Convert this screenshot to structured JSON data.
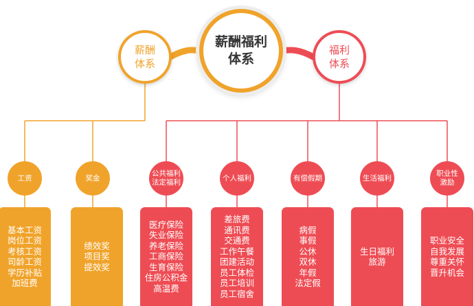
{
  "colors": {
    "orange": "#f0a32a",
    "red": "#ee4c54",
    "ring": "#ededed"
  },
  "hub": {
    "main": "薪酬福利\n体系",
    "left": "薪酬\n体系",
    "right": "福利\n体系"
  },
  "categories": [
    {
      "label": "工资",
      "color": "orange",
      "items": "基本工资\n岗位工资\n考核工资\n司龄工资\n学历补贴\n加班费"
    },
    {
      "label": "奖金",
      "color": "orange",
      "items": "绩效奖\n项目奖\n提效奖"
    },
    {
      "label": "公共福利\n法定福利",
      "color": "red",
      "items": "医疗保险\n失业保险\n养老保险\n工商保险\n生育保险\n住房公积金\n高温费"
    },
    {
      "label": "个人福利",
      "color": "red",
      "items": "差旅费\n通讯费\n交通费\n工作午餐\n团建活动\n员工体检\n员工培训\n员工宿舍"
    },
    {
      "label": "有偿假期",
      "color": "red",
      "items": "病假\n事假\n公休\n双休\n年假\n法定假"
    },
    {
      "label": "生活福利",
      "color": "red",
      "items": "生日福利\n旅游"
    },
    {
      "label": "职业性\n激励",
      "color": "red",
      "items": "职业安全\n自我发展\n尊重关怀\n晋升机会"
    }
  ]
}
